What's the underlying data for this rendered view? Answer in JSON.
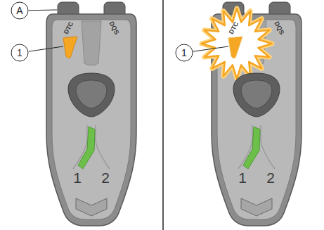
{
  "diagram": {
    "labels": [
      "A",
      "1",
      "DTC",
      "DQS",
      "1",
      "2",
      "1",
      "DTC",
      "DQS",
      "1",
      "2"
    ]
  }
}
